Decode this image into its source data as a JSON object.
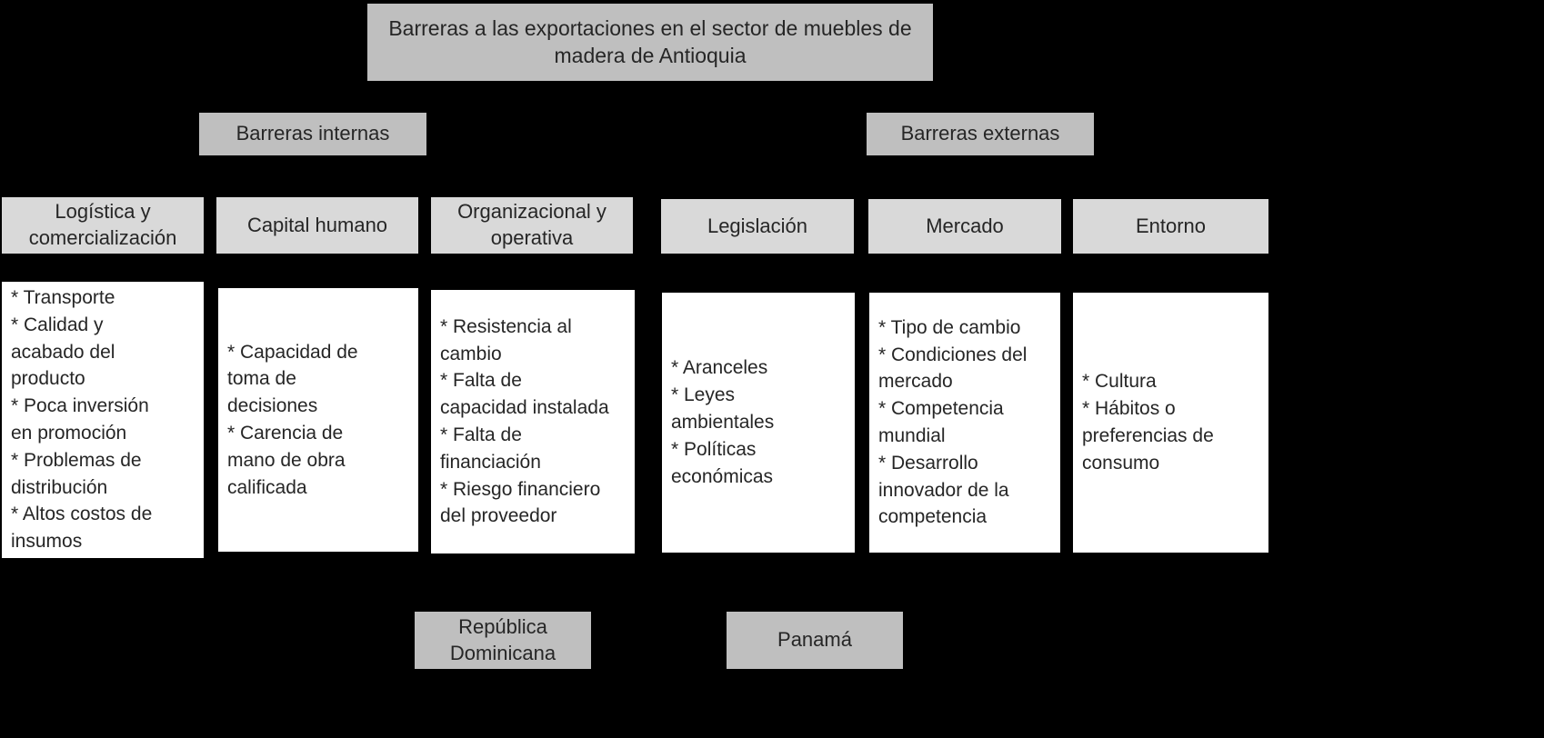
{
  "diagram": {
    "title_box": {
      "label": "Barreras a las exportaciones en el sector de muebles de madera de Antioquia"
    },
    "branches": [
      {
        "id": "internas",
        "label": "Barreras internas"
      },
      {
        "id": "externas",
        "label": "Barreras externas"
      }
    ],
    "categories": [
      {
        "id": "logistica",
        "label": "Logística y comercialización"
      },
      {
        "id": "capital-humano",
        "label": "Capital humano"
      },
      {
        "id": "organizacional",
        "label": "Organizacional y operativa"
      },
      {
        "id": "legislacion",
        "label": "Legislación"
      },
      {
        "id": "mercado",
        "label": "Mercado"
      },
      {
        "id": "entorno",
        "label": "Entorno"
      }
    ],
    "contents": [
      {
        "id": "logistica-items",
        "items": [
          "* Transporte",
          "* Calidad y acabado del producto",
          "* Poca inversión en promoción",
          "* Problemas de distribución",
          "* Altos costos de insumos"
        ],
        "text": "* Transporte\n* Calidad y\nacabado del\nproducto\n* Poca inversión\nen promoción\n* Problemas de\ndistribución\n* Altos costos de\ninsumos"
      },
      {
        "id": "capital-humano-items",
        "items": [
          "* Capacidad de toma de decisiones",
          "* Carencia de mano de obra calificada"
        ],
        "text": "* Capacidad de\ntoma de\ndecisiones\n* Carencia de\nmano de obra\ncalificada"
      },
      {
        "id": "organizacional-items",
        "items": [
          "* Resistencia al cambio",
          "* Falta de capacidad instalada",
          "* Falta de financiación",
          "* Riesgo financiero del proveedor"
        ],
        "text": "* Resistencia al\ncambio\n* Falta de\ncapacidad instalada\n* Falta de\nfinanciación\n* Riesgo financiero\ndel proveedor"
      },
      {
        "id": "legislacion-items",
        "items": [
          "* Aranceles",
          "* Leyes ambientales",
          "* Políticas económicas"
        ],
        "text": "* Aranceles\n* Leyes\nambientales\n* Políticas\neconómicas"
      },
      {
        "id": "mercado-items",
        "items": [
          "* Tipo de cambio",
          "* Condiciones del mercado",
          "* Competencia mundial",
          "* Desarrollo innovador de la competencia"
        ],
        "text": "* Tipo de cambio\n* Condiciones del\nmercado\n* Competencia\nmundial\n* Desarrollo\ninnovador de la\ncompetencia"
      },
      {
        "id": "entorno-items",
        "items": [
          "* Cultura",
          "* Hábitos o preferencias de consumo"
        ],
        "text": "* Cultura\n* Hábitos o\npreferencias de\nconsumo"
      }
    ],
    "destinations": [
      {
        "id": "republica-dominicana",
        "label": "República Dominicana"
      },
      {
        "id": "panama",
        "label": "Panamá"
      }
    ],
    "colors": {
      "background": "#000000",
      "title_fill": "#bfbfbf",
      "branch_fill": "#bfbfbf",
      "category_fill": "#d9d9d9",
      "content_fill": "#ffffff",
      "text": "#262626"
    }
  }
}
